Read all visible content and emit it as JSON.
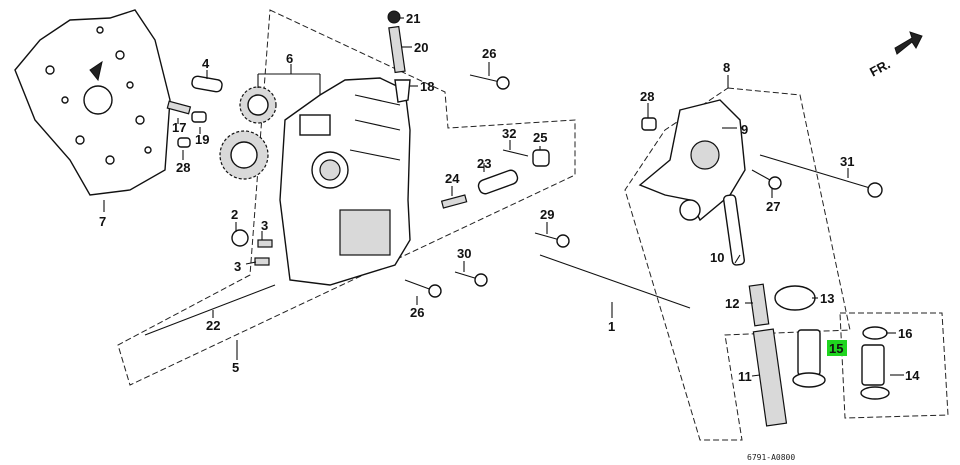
{
  "diagram": {
    "callouts": [
      {
        "id": "c1",
        "label": "1"
      },
      {
        "id": "c2",
        "label": "2"
      },
      {
        "id": "c3a",
        "label": "3"
      },
      {
        "id": "c3b",
        "label": "3"
      },
      {
        "id": "c4",
        "label": "4"
      },
      {
        "id": "c5",
        "label": "5"
      },
      {
        "id": "c6",
        "label": "6"
      },
      {
        "id": "c7",
        "label": "7"
      },
      {
        "id": "c8",
        "label": "8"
      },
      {
        "id": "c9",
        "label": "9"
      },
      {
        "id": "c10",
        "label": "10"
      },
      {
        "id": "c11",
        "label": "11"
      },
      {
        "id": "c12",
        "label": "12"
      },
      {
        "id": "c13",
        "label": "13"
      },
      {
        "id": "c14",
        "label": "14"
      },
      {
        "id": "c15",
        "label": "15",
        "highlighted": true,
        "highlight_color": "#1fd51f"
      },
      {
        "id": "c16",
        "label": "16"
      },
      {
        "id": "c17",
        "label": "17"
      },
      {
        "id": "c18",
        "label": "18"
      },
      {
        "id": "c19",
        "label": "19"
      },
      {
        "id": "c20",
        "label": "20"
      },
      {
        "id": "c21",
        "label": "21"
      },
      {
        "id": "c22",
        "label": "22"
      },
      {
        "id": "c23",
        "label": "23"
      },
      {
        "id": "c24",
        "label": "24"
      },
      {
        "id": "c25",
        "label": "25"
      },
      {
        "id": "c26a",
        "label": "26"
      },
      {
        "id": "c26b",
        "label": "26"
      },
      {
        "id": "c27",
        "label": "27"
      },
      {
        "id": "c28a",
        "label": "28"
      },
      {
        "id": "c28b",
        "label": "28"
      },
      {
        "id": "c29",
        "label": "29"
      },
      {
        "id": "c30",
        "label": "30"
      },
      {
        "id": "c31",
        "label": "31"
      },
      {
        "id": "c32",
        "label": "32"
      }
    ],
    "direction_label": "FR.",
    "code": "6791-A0800"
  }
}
